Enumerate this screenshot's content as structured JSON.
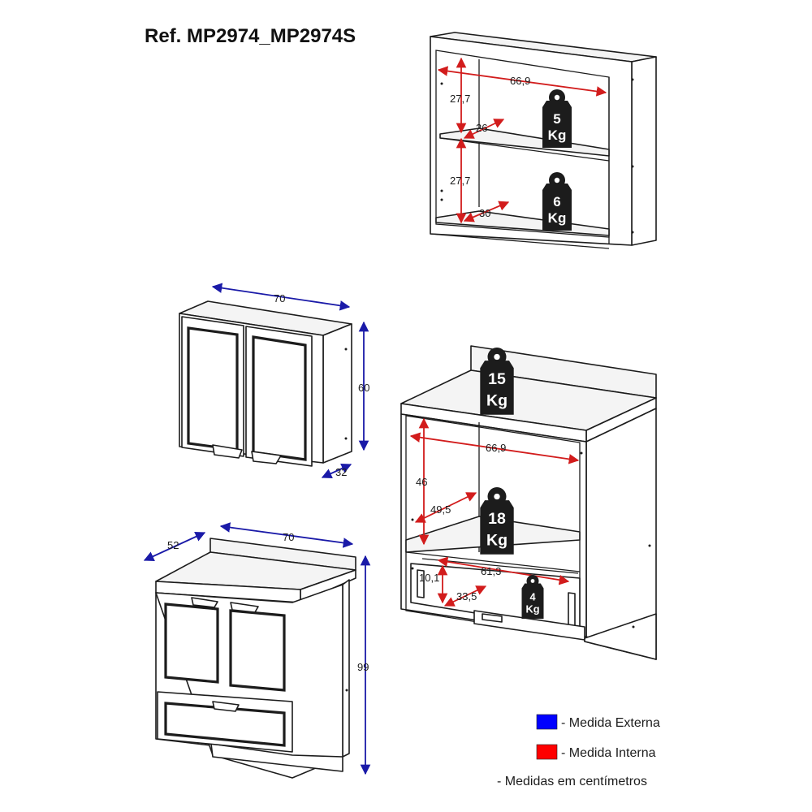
{
  "title": "Ref. MP2974_MP2974S",
  "colors": {
    "external": "#1a1aa8",
    "internal": "#d21c1c",
    "outline": "#1c1c1c"
  },
  "upper_open": {
    "width": "66,9",
    "height_top": "27,7",
    "height_bottom": "27,7",
    "depth_top": "26",
    "depth_bottom": "30",
    "weight_top": {
      "value": "5",
      "unit": "Kg"
    },
    "weight_bottom": {
      "value": "6",
      "unit": "Kg"
    }
  },
  "upper_closed": {
    "width": "70",
    "height": "60",
    "depth": "32"
  },
  "lower_closed": {
    "width": "70",
    "height": "99",
    "depth": "52"
  },
  "lower_open": {
    "width": "66,9",
    "height": "46",
    "depth": "49,5",
    "drawer_width": "61,3",
    "drawer_height": "10,1",
    "drawer_depth": "33,5",
    "weight_top": {
      "value": "15",
      "unit": "Kg"
    },
    "weight_shelf": {
      "value": "18",
      "unit": "Kg"
    },
    "weight_drawer": {
      "value": "4",
      "unit": "Kg"
    }
  },
  "legend": {
    "external": "- Medida Externa",
    "internal": "- Medida Interna",
    "units": "- Medidas em centímetros"
  }
}
